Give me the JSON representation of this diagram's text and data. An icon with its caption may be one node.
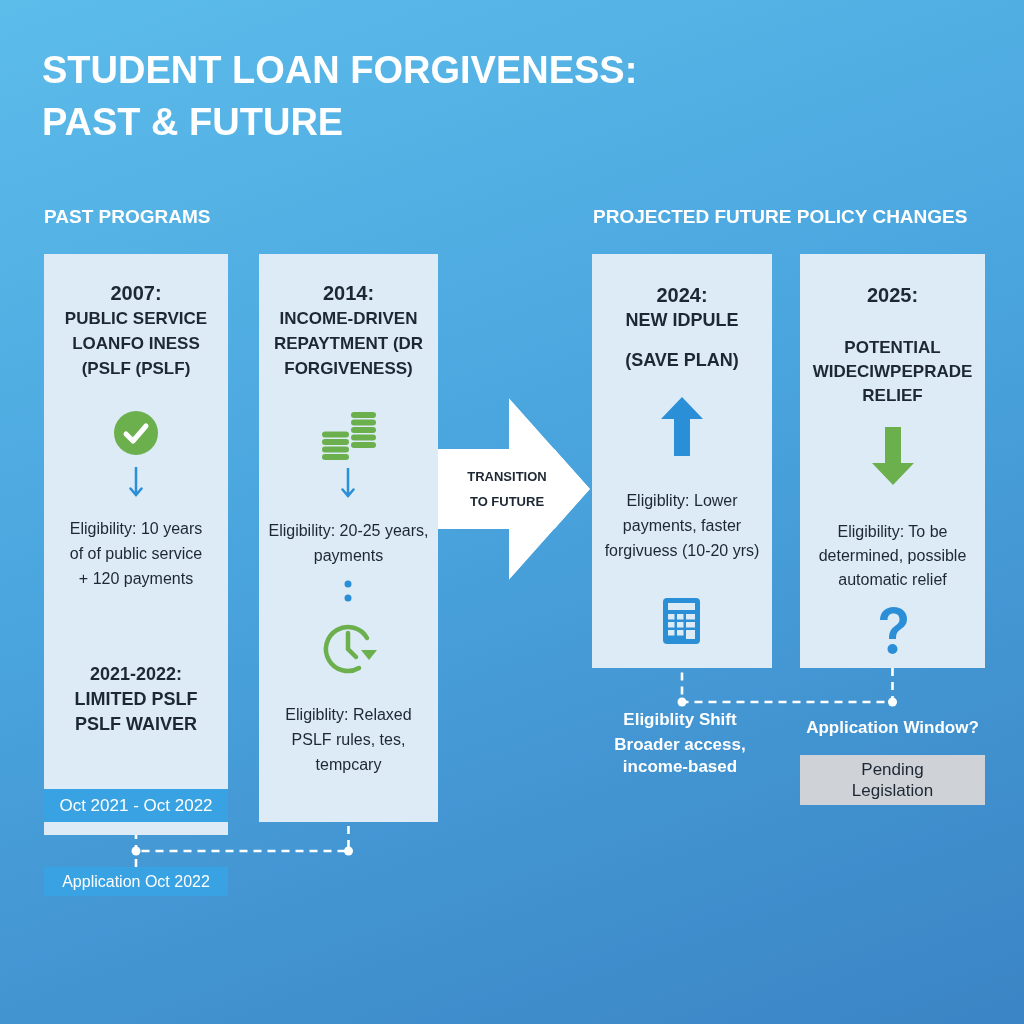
{
  "diagram": {
    "title": "STUDENT LOAN FORGIVENESS: PAST & FUTURE",
    "nodes": [
      {
        "text": [
          "2007:",
          "PUBLIC SERVICE LOANFO INESS (PSLF (PSLF)",
          "Eligibility: 10 years of of public service + 120 payments",
          "2021-2022: LIMITED PSLF PSLF WAIVER"
        ]
      },
      {
        "text": [
          "Oct 2021 - Oct 2022"
        ],
        "in": 0
      },
      {
        "text": [
          "2014:",
          "INCOME-DRIVEN REPAYTMENT (DR FORGIVENESS)",
          "Eligibility: 20-25 years, payments",
          "Eligiblity: Relaxed PSLF rules, tes, tempcary"
        ]
      },
      {
        "text": [
          "Application Oct 2022"
        ]
      },
      {
        "text": [
          "2024:",
          "NEW IDPULE",
          "(SAVE PLAN)",
          "Eligiblity: Lower payments, faster forgivuess (10-20 yrs)"
        ]
      },
      {
        "text": [
          "2025:",
          "POTENTIAL WIDECIWPEPRADE RELIEF",
          "Eligibility: To be determined, possible automatic relief"
        ]
      },
      {
        "text": [
          "Application Window?",
          "Pending Legislation"
        ]
      }
    ],
    "edges": [
      {
        "from": 0,
        "to": 3,
        "arrow": "none",
        "style": "dashed"
      },
      {
        "from": 2,
        "to": 3,
        "arrow": "none",
        "style": "dashed"
      },
      {
        "from": 2,
        "to": 4,
        "arrow": "to",
        "label": "TRANSITION TO FUTURE",
        "style": "thick"
      },
      {
        "from": 4,
        "to": 5,
        "arrow": "none",
        "style": "dashed"
      }
    ],
    "labels": [
      "PAST PROGRAMS",
      "PROJECTED FUTURE POLICY CHANGES",
      "Eligiblity Shift",
      "Broader access, income-based"
    ]
  }
}
